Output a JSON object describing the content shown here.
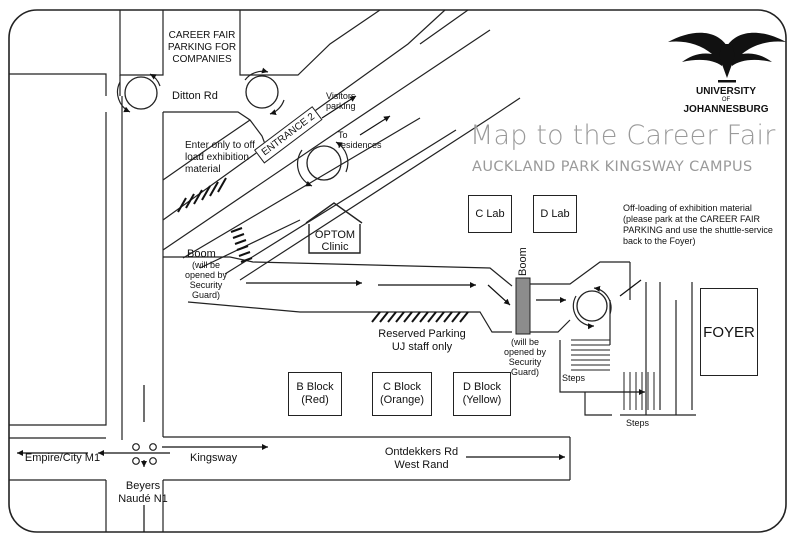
{
  "map": {
    "title": "Map to the Career Fair",
    "subtitle": "AUCKLAND PARK KINGSWAY CAMPUS",
    "logo": {
      "line1": "UNIVERSITY",
      "line2": "OF",
      "line3": "JOHANNESBURG"
    },
    "labels": {
      "career_parking": "CAREER FAIR PARKING FOR COMPANIES",
      "ditton": "Ditton Rd",
      "visitors": "Visitors parking",
      "entrance": "ENTRANCE 2",
      "to_residences": "To residences",
      "enter_only": "Enter only to off load exhibition material",
      "optom": "OPTOM Clinic",
      "c_lab": "C Lab",
      "d_lab": "D Lab",
      "offloading": "Off-loading of exhibition material (please park at the CAREER FAIR PARKING and use the shuttle-service back to the Foyer)",
      "boom_left": "Boom",
      "boom_left_note": "(will be opened by Security Guard)",
      "boom_right": "Boom",
      "boom_right_note": "(will be opened by Security Guard)",
      "reserved": "Reserved Parking UJ staff only",
      "foyer": "FOYER",
      "steps1": "Steps",
      "steps2": "Steps",
      "b_block": "B Block (Red)",
      "c_block": "C Block (Orange)",
      "d_block": "D Block (Yellow)",
      "empire": "Empire/City M1",
      "kingsway": "Kingsway",
      "ontdekkers": "Ontdekkers Rd West Rand",
      "beyers": "Beyers Naudé N1"
    },
    "colors": {
      "title_gray": "#9a9a9a",
      "boom_fill": "#8c8c8c",
      "line": "#222222"
    },
    "icons": [
      "logo-bird-icon",
      "roundabout-icon",
      "boom-gate-icon",
      "traffic-light-icon"
    ]
  }
}
